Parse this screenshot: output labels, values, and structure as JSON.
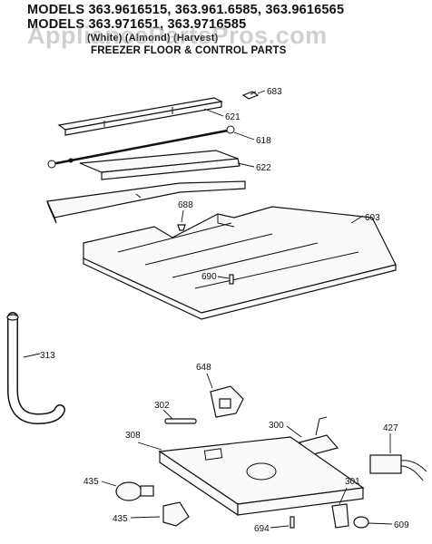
{
  "header": {
    "line1": "MODELS 363.9616515, 363.961.6585, 363.9616565",
    "line2": "MODELS 363.971651, 363.9716585",
    "line3": "(White)          (Almond)          (Harvest)",
    "title": "FREEZER FLOOR & CONTROL PARTS"
  },
  "watermark": "AppliancePartsPros.com",
  "parts": {
    "p683": "683",
    "p621": "621",
    "p618": "618",
    "p622": "622",
    "p688": "688",
    "p603": "603",
    "p690": "690",
    "p313": "313",
    "p648": "648",
    "p302": "302",
    "p300": "300",
    "p427": "427",
    "p308": "308",
    "p435a": "435",
    "p435b": "435",
    "p301": "301",
    "p694": "694",
    "p609": "609"
  }
}
